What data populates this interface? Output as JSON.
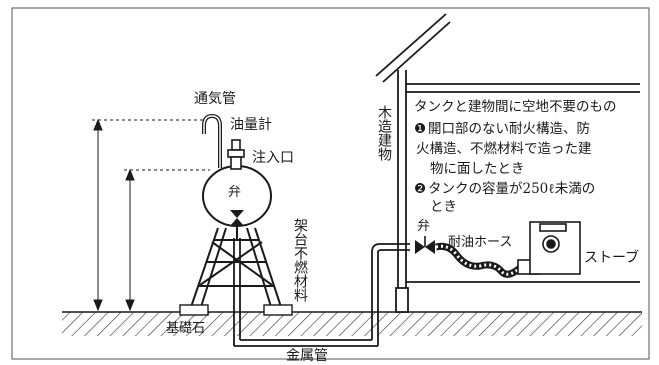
{
  "labels": {
    "vent_pipe": "通気管",
    "oil_gauge": "油量計",
    "inlet": "注入口",
    "valve_tank": "弁",
    "stand": "架台不燃材料",
    "foundation": "基礎石",
    "metal_pipe": "金属管",
    "wood_building": "木造建物",
    "valve_hose": "弁",
    "hose": "耐油ホース",
    "stove": "ストーブ"
  },
  "note": {
    "title": "タンクと建物間に空地不要のもの",
    "item1_marker": "❶",
    "item1_line1": "開口部のない耐火構造、防",
    "item1_line2": "火構造、不燃材料で造った建",
    "item1_line3": "物に面したとき",
    "item2_marker": "❷",
    "item2_line1": "タンクの容量が250ℓ未満の",
    "item2_line2": "とき"
  },
  "colors": {
    "ink": "#1a1a1a",
    "hatch": "#333333",
    "paper": "#ffffff"
  }
}
